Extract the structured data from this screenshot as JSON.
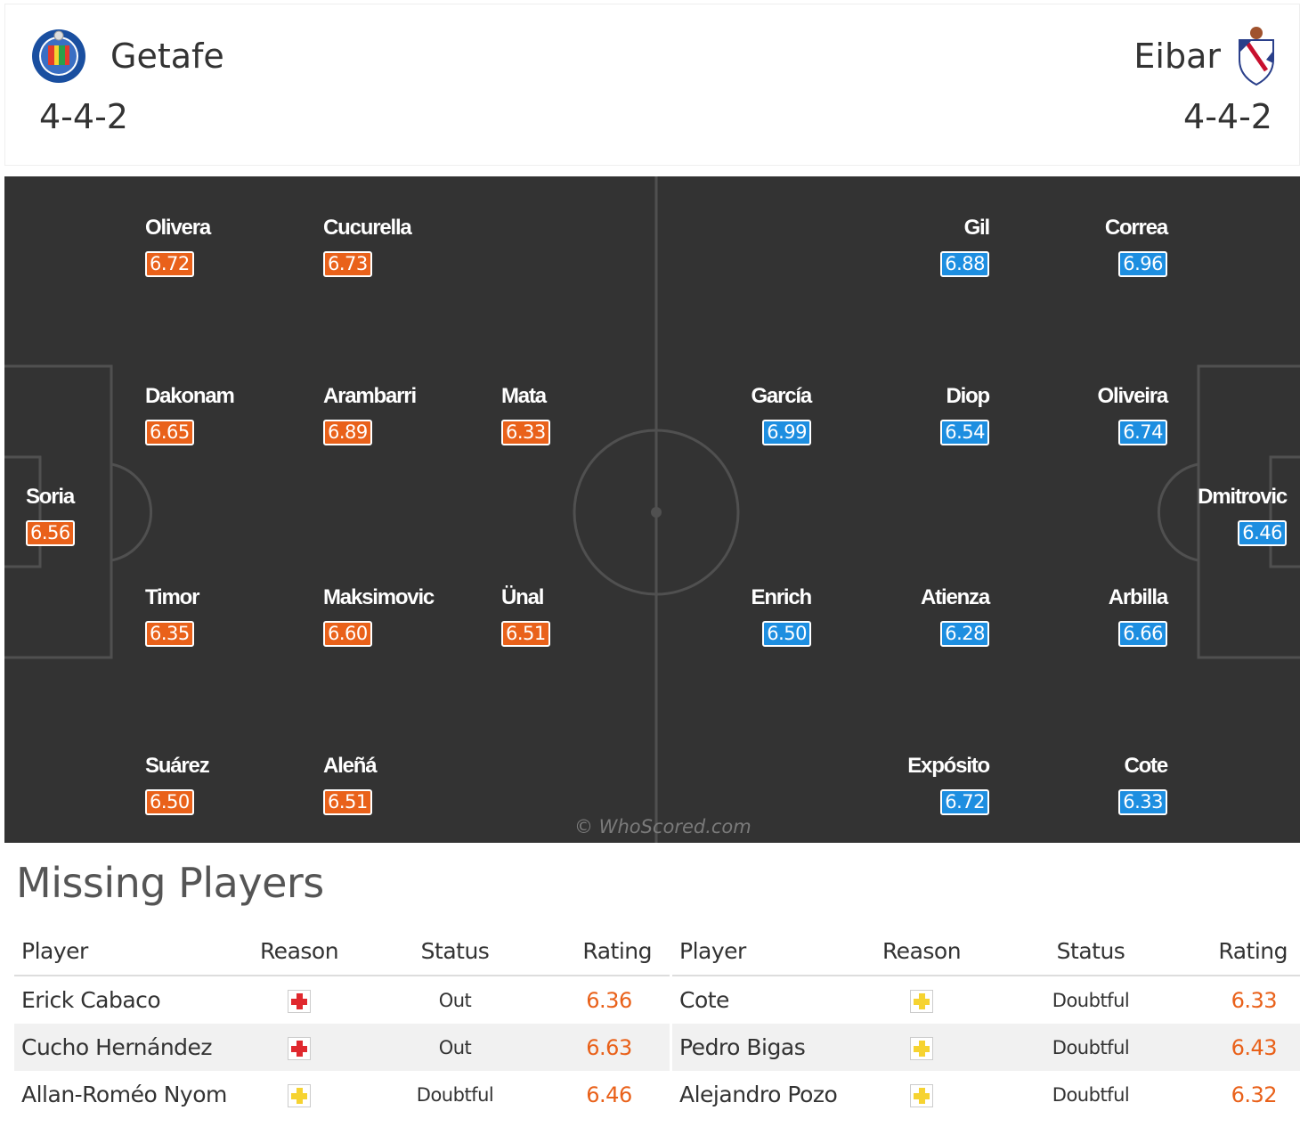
{
  "home": {
    "name": "Getafe",
    "formation": "4-4-2",
    "crest_icon": "getafe-crest-icon",
    "players": [
      {
        "name": "Olivera",
        "rating": "6.72"
      },
      {
        "name": "Cucurella",
        "rating": "6.73"
      },
      {
        "name": "Dakonam",
        "rating": "6.65"
      },
      {
        "name": "Arambarri",
        "rating": "6.89"
      },
      {
        "name": "Mata",
        "rating": "6.33"
      },
      {
        "name": "Soria",
        "rating": "6.56"
      },
      {
        "name": "Timor",
        "rating": "6.35"
      },
      {
        "name": "Maksimovic",
        "rating": "6.60"
      },
      {
        "name": "Ünal",
        "rating": "6.51"
      },
      {
        "name": "Suárez",
        "rating": "6.50"
      },
      {
        "name": "Aleñá",
        "rating": "6.51"
      }
    ]
  },
  "away": {
    "name": "Eibar",
    "formation": "4-4-2",
    "crest_icon": "eibar-crest-icon",
    "players": [
      {
        "name": "Gil",
        "rating": "6.88"
      },
      {
        "name": "Correa",
        "rating": "6.96"
      },
      {
        "name": "García",
        "rating": "6.99"
      },
      {
        "name": "Diop",
        "rating": "6.54"
      },
      {
        "name": "Oliveira",
        "rating": "6.74"
      },
      {
        "name": "Dmitrovic",
        "rating": "6.46"
      },
      {
        "name": "Enrich",
        "rating": "6.50"
      },
      {
        "name": "Atienza",
        "rating": "6.28"
      },
      {
        "name": "Arbilla",
        "rating": "6.66"
      },
      {
        "name": "Expósito",
        "rating": "6.72"
      },
      {
        "name": "Cote",
        "rating": "6.33"
      }
    ]
  },
  "watermark": "© WhoScored.com",
  "colors": {
    "home_rating": "#e9611a",
    "away_rating": "#1d8ee0",
    "pitch": "#333333",
    "injury": "#e0282e",
    "doubtful": "#f6d331"
  },
  "missing": {
    "title": "Missing Players",
    "headers": {
      "player": "Player",
      "reason": "Reason",
      "status": "Status",
      "rating": "Rating"
    },
    "home": [
      {
        "player": "Erick Cabaco",
        "reason_icon": "injury-cross-icon",
        "status": "Out",
        "rating": "6.36"
      },
      {
        "player": "Cucho Hernández",
        "reason_icon": "injury-cross-icon",
        "status": "Out",
        "rating": "6.63"
      },
      {
        "player": "Allan-Roméo Nyom",
        "reason_icon": "doubtful-cross-icon",
        "status": "Doubtful",
        "rating": "6.46"
      }
    ],
    "away": [
      {
        "player": "Cote",
        "reason_icon": "doubtful-cross-icon",
        "status": "Doubtful",
        "rating": "6.33"
      },
      {
        "player": "Pedro Bigas",
        "reason_icon": "doubtful-cross-icon",
        "status": "Doubtful",
        "rating": "6.43"
      },
      {
        "player": "Alejandro Pozo",
        "reason_icon": "doubtful-cross-icon",
        "status": "Doubtful",
        "rating": "6.32"
      }
    ]
  }
}
